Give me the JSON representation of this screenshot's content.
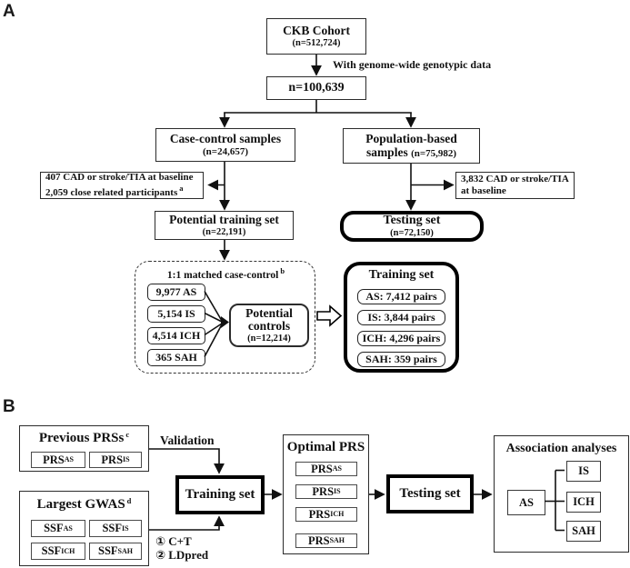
{
  "figure": {
    "ink_color": "#111111",
    "background": "#ffffff"
  },
  "panelA": {
    "label": "A",
    "ckb_cohort": {
      "title": "CKB Cohort",
      "n": "(n=512,724)"
    },
    "genotype_note": "With genome-wide genotypic data",
    "genotyped_n": "n=100,639",
    "case_control": {
      "title": "Case-control samples",
      "n": "(n=24,657)"
    },
    "population": {
      "title": "Population-based",
      "title2": "samples",
      "n": "(n=75,982)"
    },
    "exclusion_left": {
      "line1": "407 CAD or stroke/TIA at baseline",
      "line2": "2,059 close related participants",
      "sup": "a"
    },
    "exclusion_right": {
      "line1": "3,832 CAD or stroke/TIA",
      "line2": "at baseline"
    },
    "potential_training": {
      "title": "Potential training set",
      "n": "(n=22,191)"
    },
    "testing_set": {
      "title": "Testing set",
      "n": "(n=72,150)"
    },
    "matched": {
      "title": "1:1 matched case-control",
      "sup": "b",
      "cases": [
        "9,977 AS",
        "5,154 IS",
        "4,514 ICH",
        "365 SAH"
      ],
      "controls": {
        "line1": "Potential",
        "line2": "controls",
        "n": "(n=12,214)"
      }
    },
    "training_set": {
      "title": "Training set",
      "pairs": [
        "AS: 7,412 pairs",
        "IS: 3,844 pairs",
        "ICH: 4,296 pairs",
        "SAH: 359 pairs"
      ]
    }
  },
  "panelB": {
    "label": "B",
    "previous_prs": {
      "title": "Previous PRSs",
      "sup": "c",
      "items": [
        {
          "base": "PRS",
          "sub": "AS"
        },
        {
          "base": "PRS",
          "sub": "IS"
        }
      ]
    },
    "validation_label": "Validation",
    "largest_gwas": {
      "title": "Largest GWAS",
      "sup": "d",
      "items": [
        {
          "base": "SSF",
          "sub": "AS"
        },
        {
          "base": "SSF",
          "sub": "IS"
        },
        {
          "base": "SSF",
          "sub": "ICH"
        },
        {
          "base": "SSF",
          "sub": "SAH"
        }
      ]
    },
    "methods": [
      "① C+T",
      "② LDpred"
    ],
    "training_set": "Training set",
    "optimal_prs": {
      "title": "Optimal PRS",
      "items": [
        {
          "base": "PRS",
          "sub": "AS"
        },
        {
          "base": "PRS",
          "sub": "IS"
        },
        {
          "base": "PRS",
          "sub": "ICH"
        },
        {
          "base": "PRS",
          "sub": "SAH"
        }
      ]
    },
    "testing_set": "Testing set",
    "association": {
      "title": "Association analyses",
      "source": "AS",
      "targets": [
        "IS",
        "ICH",
        "SAH"
      ]
    }
  }
}
